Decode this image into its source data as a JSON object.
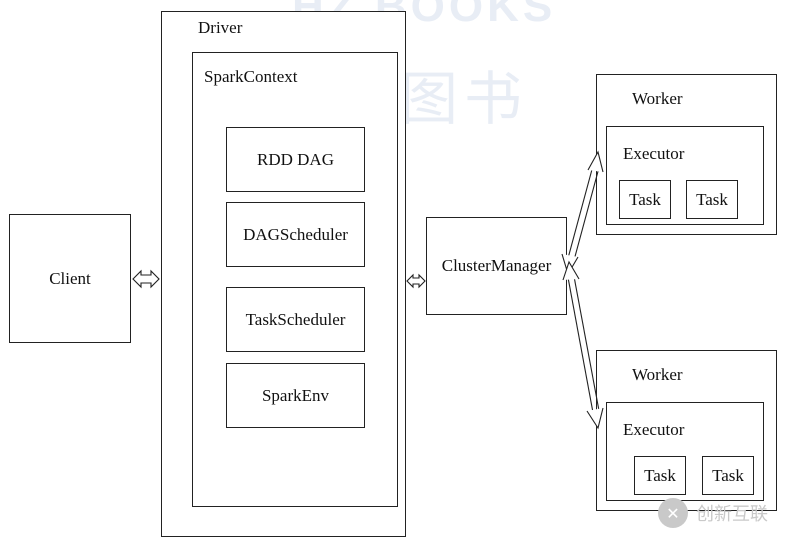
{
  "watermark": {
    "latin": "HZ BOOKS",
    "cjk": "华章图书"
  },
  "brand_watermark": {
    "text": "创新互联",
    "logo_icon": "x-logo-icon"
  },
  "client": {
    "label": "Client"
  },
  "driver": {
    "label": "Driver",
    "spark_context": {
      "label": "SparkContext",
      "components": [
        "RDD DAG",
        "DAGScheduler",
        "TaskScheduler",
        "SparkEnv"
      ]
    }
  },
  "cluster_manager": {
    "label": "ClusterManager"
  },
  "workers": [
    {
      "label": "Worker",
      "executor": {
        "label": "Executor",
        "tasks": [
          "Task",
          "Task"
        ]
      }
    },
    {
      "label": "Worker",
      "executor": {
        "label": "Executor",
        "tasks": [
          "Task",
          "Task"
        ]
      }
    }
  ]
}
